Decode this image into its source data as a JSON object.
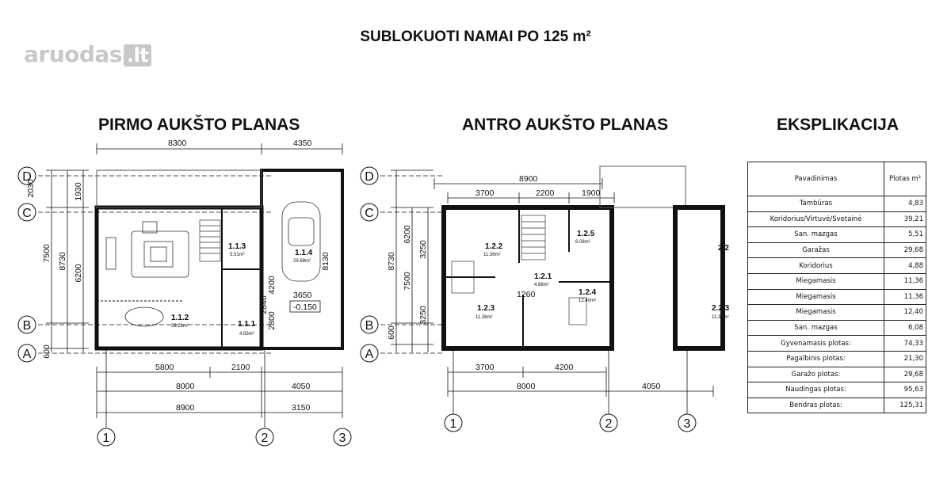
{
  "logo": {
    "name": "aruodas",
    "tld": ".lt"
  },
  "main_title": "SUBLOKUOTI NAMAI PO 125 m²",
  "sections": {
    "first_floor": "PIRMO AUKŠTO PLANAS",
    "second_floor": "ANTRO AUKŠTO PLANAS",
    "explication": "EKSPLIKACIJA"
  },
  "grid": {
    "row_labels": [
      "D",
      "C",
      "B",
      "A"
    ],
    "col_labels": [
      "1",
      "2",
      "3"
    ]
  },
  "first_floor": {
    "dims_top": [
      "8300",
      "4350"
    ],
    "dims_left_outer": [
      "7500",
      "600"
    ],
    "dims_left_mid": [
      "8730"
    ],
    "dims_left_inner": [
      "2030",
      "1930",
      "6200"
    ],
    "dims_bottom": [
      "5800",
      "2100",
      "8000",
      "4050",
      "8900",
      "3150"
    ],
    "dims_inner": [
      "3650",
      "4200",
      "2800",
      "2840",
      "8130",
      "-0.150"
    ],
    "rooms": [
      {
        "id": "1.1.3",
        "area": "5.51m²"
      },
      {
        "id": "1.1.4",
        "area": "29.68m²"
      },
      {
        "id": "1.1.2",
        "area": "39.21m²"
      },
      {
        "id": "1.1.1",
        "area": "4.83m²"
      }
    ]
  },
  "second_floor": {
    "dims_top": [
      "8900",
      "3700",
      "2200",
      "1900"
    ],
    "dims_left_outer": [
      "8730",
      "7500",
      "600"
    ],
    "dims_left_inner": [
      "3250",
      "6200",
      "3250"
    ],
    "dims_bottom": [
      "3700",
      "4200",
      "8000",
      "4050"
    ],
    "dims_inner": [
      "1260"
    ],
    "rooms": [
      {
        "id": "1.2.2",
        "area": "11.36m²"
      },
      {
        "id": "1.2.5",
        "area": "6.08m²"
      },
      {
        "id": "1.2.1",
        "area": "4.88m²"
      },
      {
        "id": "1.2.3",
        "area": "11.36m²"
      },
      {
        "id": "1.2.4",
        "area": "12.40m²"
      },
      {
        "id": "2.2",
        "area": ""
      },
      {
        "id": "2.2.3",
        "area": "11.36m²"
      }
    ]
  },
  "explication": {
    "headers": [
      "Pavadinimas",
      "Plotas m²"
    ],
    "rows": [
      [
        "Tambūras",
        "4,83"
      ],
      [
        "Koridorius/Virtuvė/Svetainė",
        "39,21"
      ],
      [
        "San. mazgas",
        "5,51"
      ],
      [
        "Garažas",
        "29,68"
      ],
      [
        "Koridorius",
        "4,88"
      ],
      [
        "Miegamasis",
        "11,36"
      ],
      [
        "Miegamasis",
        "11,36"
      ],
      [
        "Miegamasis",
        "12,40"
      ],
      [
        "San. mazgas",
        "6,08"
      ],
      [
        "Gyvenamasis plotas:",
        "74,33"
      ],
      [
        "Pagalbinis plotas:",
        "21,30"
      ],
      [
        "Garažo plotas:",
        "29,68"
      ],
      [
        "Naudingas plotas:",
        "95,63"
      ],
      [
        "Bendras plotas:",
        "125,31"
      ]
    ]
  }
}
